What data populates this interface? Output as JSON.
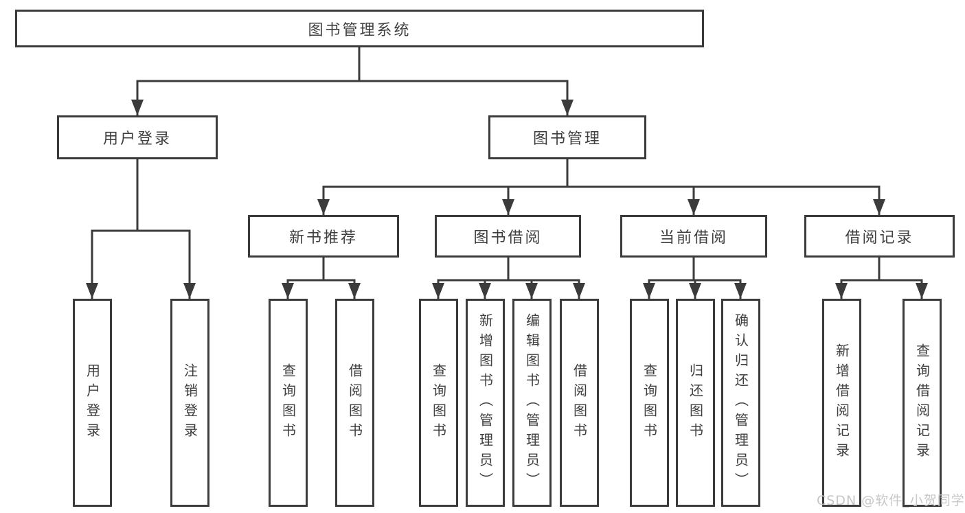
{
  "diagram": {
    "root": {
      "label": "图书管理系统"
    },
    "user_login": {
      "label": "用户登录",
      "children": [
        {
          "label": "用户登录"
        },
        {
          "label": "注销登录"
        }
      ]
    },
    "book_mgmt": {
      "label": "图书管理",
      "sections": [
        {
          "label": "新书推荐",
          "children": [
            {
              "label": "查询图书"
            },
            {
              "label": "借阅图书"
            }
          ]
        },
        {
          "label": "图书借阅",
          "children": [
            {
              "label": "查询图书"
            },
            {
              "label": "新增图书（管理员）"
            },
            {
              "label": "编辑图书（管理员）"
            },
            {
              "label": "借阅图书"
            }
          ]
        },
        {
          "label": "当前借阅",
          "children": [
            {
              "label": "查询图书"
            },
            {
              "label": "归还图书"
            },
            {
              "label": "确认归还（管理员）"
            }
          ]
        },
        {
          "label": "借阅记录",
          "children": [
            {
              "label": "新增借阅记录"
            },
            {
              "label": "查询借阅记录"
            }
          ]
        }
      ]
    }
  },
  "colors": {
    "line": "#3b3b3b",
    "text": "#3f3f3f",
    "watermark": "#c7c7c7"
  },
  "watermark": "CSDN @软件_小贺同学"
}
